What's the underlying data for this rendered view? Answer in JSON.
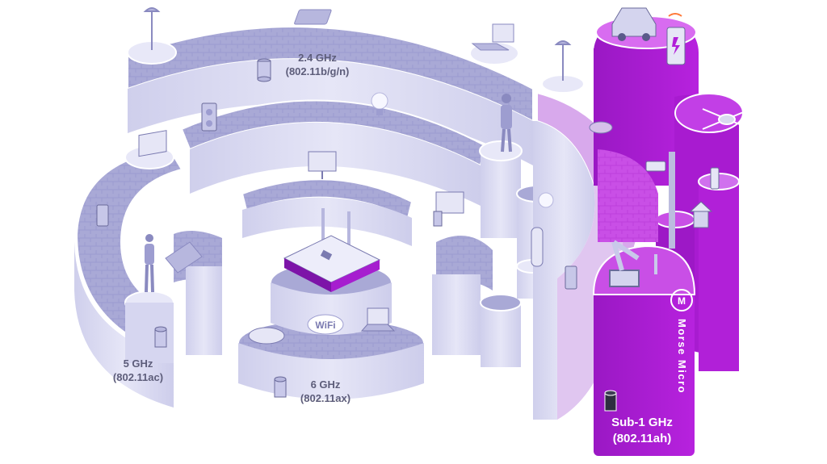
{
  "bands": {
    "band_24": {
      "line1": "2.4 GHz",
      "line2": "(802.11b/g/n)"
    },
    "band_5": {
      "line1": "5 GHz",
      "line2": "(802.11ac)"
    },
    "band_6": {
      "line1": "6 GHz",
      "line2": "(802.11ax)"
    },
    "band_sub1": {
      "line1": "Sub-1 GHz",
      "line2": "(802.11ah)"
    }
  },
  "router_badge": "WiFi",
  "brand": {
    "logo_letter": "M",
    "name": "Morse Micro"
  },
  "colors": {
    "wall_light": "#dcdcf2",
    "wall_mid": "#c9c9ea",
    "floor": "#a9a9d6",
    "floor_dark": "#8f8fc7",
    "purple": "#b11fd8",
    "purple_dark": "#8e12b5",
    "purple_floor": "#c94fe6",
    "text_gray": "#5d5d7a",
    "text_white": "#ffffff"
  },
  "icons": [
    "lamp-icon",
    "laptop-icon",
    "tablet-icon",
    "speaker-icon",
    "monitor-icon",
    "lightbulb-icon",
    "person-icon",
    "thermostat-icon",
    "router-icon",
    "camera-icon",
    "drone-icon",
    "robot-arm-icon",
    "ev-charger-icon",
    "car-icon",
    "database-icon",
    "robot-vacuum-icon",
    "smart-lock-icon"
  ]
}
